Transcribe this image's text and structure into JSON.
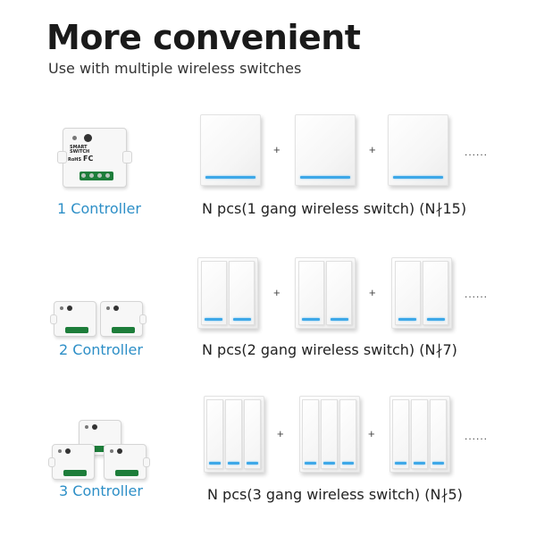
{
  "header": {
    "title": "More convenient",
    "subtitle": "Use with multiple wireless switches"
  },
  "rows": [
    {
      "controller_label": "1 Controller",
      "caption": "N pcs(1 gang wireless switch) (N∤15)",
      "plus": "+",
      "ellipsis": "......"
    },
    {
      "controller_label": "2 Controller",
      "caption": "N pcs(2 gang wireless switch) (N∤7)",
      "plus": "+",
      "ellipsis": "......"
    },
    {
      "controller_label": "3 Controller",
      "caption": "N pcs(3 gang wireless switch) (N∤5)",
      "plus": "+",
      "ellipsis": "......"
    }
  ],
  "module": {
    "brand_text": "SMART SWITCH",
    "cert_text": "FC",
    "rohs_text": "RoHS"
  },
  "colors": {
    "accent": "#2d8fc7",
    "led": "#3ea8e8",
    "terminal": "#1d7d3a"
  }
}
